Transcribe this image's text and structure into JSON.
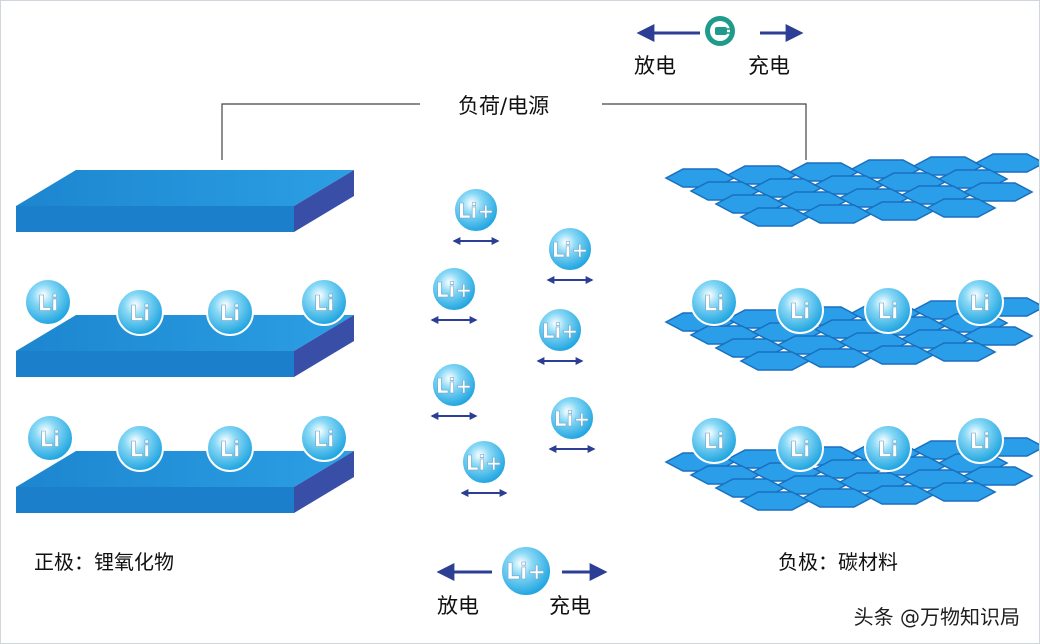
{
  "top": {
    "discharge": "放电",
    "charge": "充电"
  },
  "load_label": "负荷/电源",
  "positive_label": "正极：锂氧化物",
  "negative_label": "负极：碳材料",
  "bottom": {
    "discharge": "放电",
    "charge": "充电",
    "ion_label": "Li+"
  },
  "ion_li": "Li",
  "ion_li_plus": "Li+",
  "watermark": "头条 @万物知识局",
  "colors": {
    "layer_top": "#1f8ed8",
    "layer_side": "#3a4fa8",
    "arrow": "#2c3f94",
    "ion": "#33b6ea",
    "hex": "#2aa2ea"
  }
}
